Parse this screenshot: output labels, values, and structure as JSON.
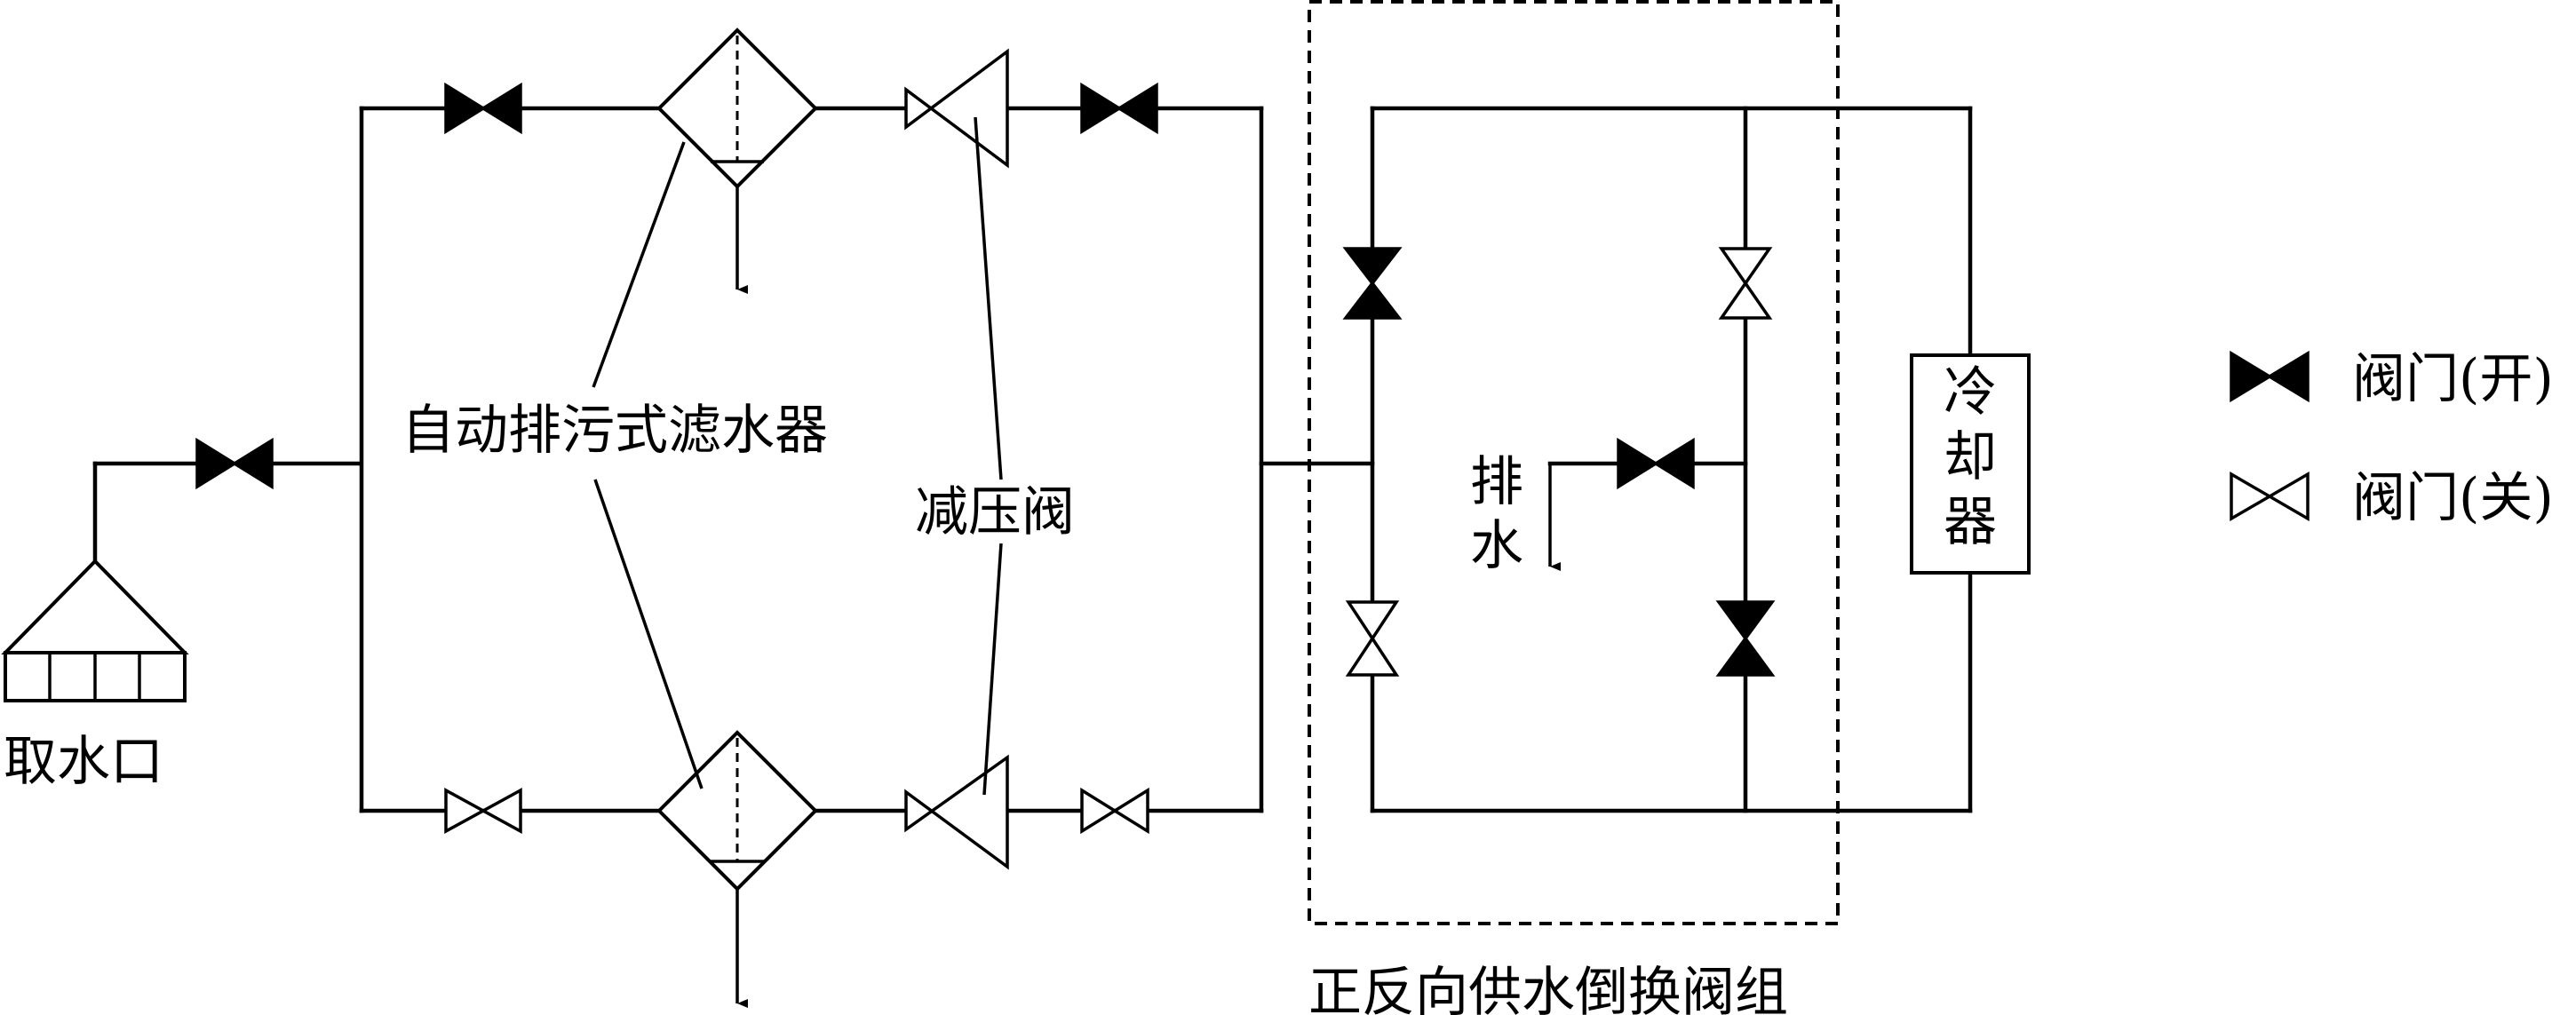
{
  "labels": {
    "intake": "取水口",
    "filter": "自动排污式滤水器",
    "prv": "减压阀",
    "drain": "排水",
    "cooler": "冷却器",
    "valve_group": "正反向供水倒换阀组"
  },
  "legend": {
    "open": "阀门(开)",
    "closed": "阀门(关)"
  }
}
